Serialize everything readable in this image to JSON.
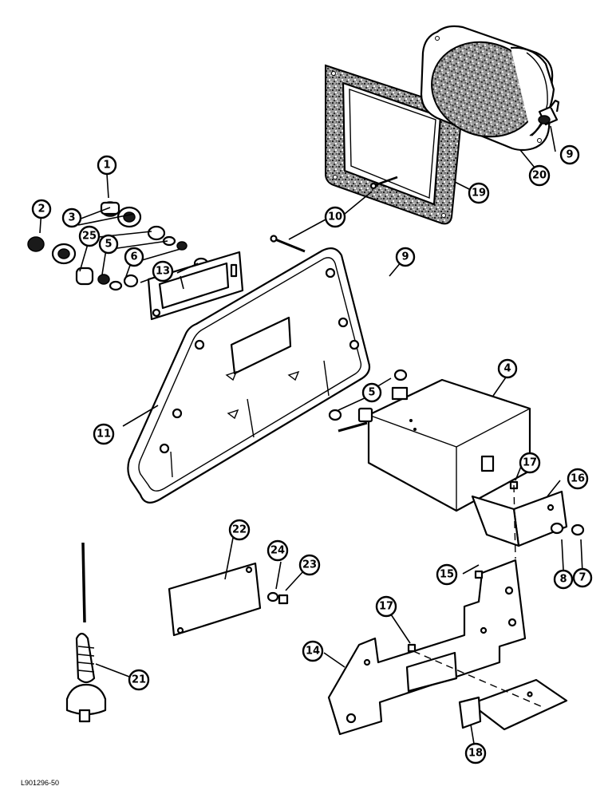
{
  "figure_code": "L901296-50",
  "callouts": [
    "1",
    "2",
    "3",
    "25",
    "5",
    "6",
    "13",
    "10",
    "19",
    "20",
    "9",
    "9",
    "4",
    "5",
    "11",
    "17",
    "16",
    "8",
    "7",
    "22",
    "24",
    "23",
    "15",
    "17",
    "14",
    "21",
    "18"
  ]
}
